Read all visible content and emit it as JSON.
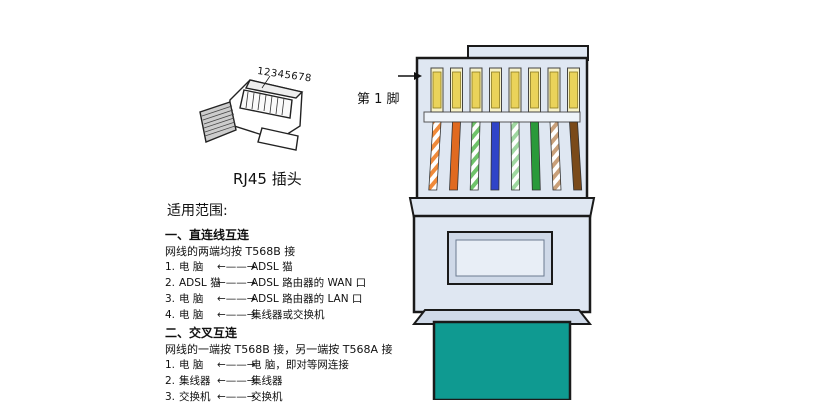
{
  "plug": {
    "pin_numbers": "12345678",
    "label": "RJ45 插头"
  },
  "connector": {
    "pin1_label": "第 1 脚"
  },
  "usage": {
    "title": "适用范围:",
    "straight": {
      "heading": "一、直连线互连",
      "description": "网线的两端均按 T568B 接",
      "items": [
        {
          "num": "1.",
          "from": "电  脑",
          "to": "ADSL 猫"
        },
        {
          "num": "2.",
          "from": "ADSL 猫",
          "to": "ADSL 路由器的 WAN 口"
        },
        {
          "num": "3.",
          "from": "电  脑",
          "to": "ADSL 路由器的 LAN 口"
        },
        {
          "num": "4.",
          "from": "电  脑",
          "to": "集线器或交换机"
        }
      ]
    },
    "crossover": {
      "heading": "二、交叉互连",
      "description": "网线的一端按 T568B 接，另一端按 T568A 接",
      "items": [
        {
          "num": "1.",
          "from": "电  脑",
          "to": "电  脑，即对等网连接"
        },
        {
          "num": "2.",
          "from": "集线器",
          "to": "集线器"
        },
        {
          "num": "3.",
          "from": "交换机",
          "to": "交换机"
        }
      ]
    }
  },
  "colors": {
    "connector_body": "#dfe7f2",
    "connector_outline": "#1a1a1a",
    "contact_gold": "#ead35a",
    "boot": "#0f9a91",
    "wires": [
      "#f08a3a",
      "#e06a20",
      "#6fc36a",
      "#2f44c8",
      "#9fd7a0",
      "#2a9a3a",
      "#c9a07a",
      "#7a4a1a"
    ],
    "wire_striped": [
      true,
      false,
      true,
      false,
      true,
      false,
      true,
      false
    ]
  }
}
